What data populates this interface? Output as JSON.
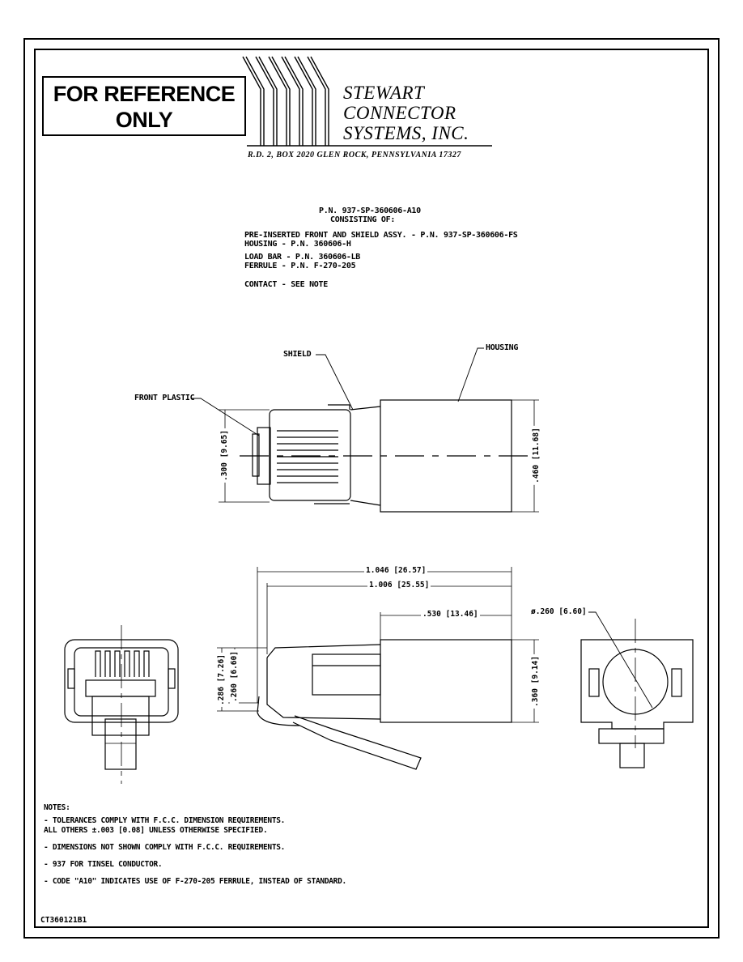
{
  "reference": {
    "line1": "FOR REFERENCE",
    "line2": "ONLY"
  },
  "company": {
    "line1": "STEWART",
    "line2": "CONNECTOR",
    "line3": "SYSTEMS,  INC."
  },
  "address": "R.D. 2, BOX 2020   GLEN ROCK, PENNSYLVANIA   17327",
  "part": {
    "pn": "P.N.  937-SP-360606-A10",
    "consisting": "CONSISTING OF:",
    "items": [
      "PRE-INSERTED FRONT AND SHIELD ASSY. - P.N. 937-SP-360606-FS",
      "HOUSING - P.N. 360606-H",
      "LOAD BAR - P.N. 360606-LB",
      "FERRULE - P.N. F-270-205"
    ],
    "contact": "CONTACT - SEE NOTE"
  },
  "labels": {
    "shield": "SHIELD",
    "housing": "HOUSING",
    "front_plastic": "FRONT PLASTIC"
  },
  "dimensions": {
    "d300": ".300 [9.65]",
    "d460": ".460 [11.68]",
    "d1046": "1.046 [26.57]",
    "d1006": "1.006 [25.55]",
    "d530": ".530 [13.46]",
    "d260": "ø.260 [6.60]",
    "d286": ".286 [7.26]",
    "d260b": ".260 [6.60]",
    "d360": ".360 [9.14]"
  },
  "notes": {
    "title": "NOTES:",
    "items": [
      "- TOLERANCES COMPLY WITH F.C.C. DIMENSION REQUIREMENTS.",
      "   ALL OTHERS ±.003 [0.08] UNLESS OTHERWISE SPECIFIED.",
      "- DIMENSIONS NOT SHOWN COMPLY WITH F.C.C. REQUIREMENTS.",
      "- 937 FOR TINSEL CONDUCTOR.",
      "- CODE \"A10\" INDICATES USE OF F-270-205 FERRULE, INSTEAD OF STANDARD."
    ]
  },
  "drawing_number": "CT360121B1"
}
